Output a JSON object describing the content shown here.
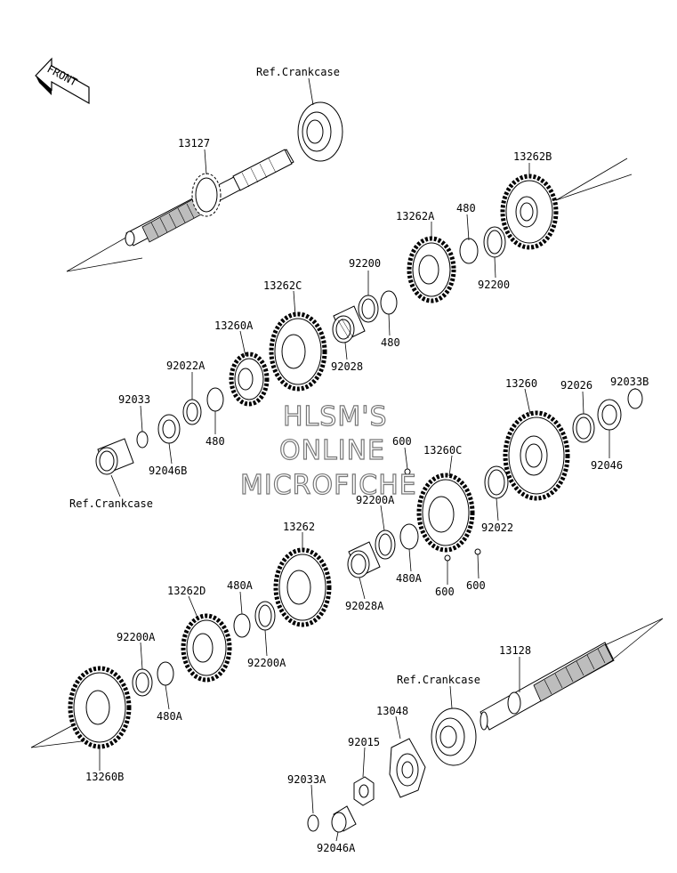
{
  "front_label": "FRONT",
  "watermark": [
    "HLSM'S",
    "ONLINE",
    "MICROFICHE"
  ],
  "labels": [
    {
      "id": "ref-crankcase-top",
      "text": "Ref.Crankcase"
    },
    {
      "id": "13127",
      "text": "13127"
    },
    {
      "id": "13262B",
      "text": "13262B"
    },
    {
      "id": "480-a",
      "text": "480"
    },
    {
      "id": "13262A",
      "text": "13262A"
    },
    {
      "id": "92200-top",
      "text": "92200"
    },
    {
      "id": "92200-right",
      "text": "92200"
    },
    {
      "id": "13262C",
      "text": "13262C"
    },
    {
      "id": "480-b",
      "text": "480"
    },
    {
      "id": "13260A",
      "text": "13260A"
    },
    {
      "id": "92028",
      "text": "92028"
    },
    {
      "id": "92022A",
      "text": "92022A"
    },
    {
      "id": "92033",
      "text": "92033"
    },
    {
      "id": "480-c",
      "text": "480"
    },
    {
      "id": "92046B",
      "text": "92046B"
    },
    {
      "id": "ref-crankcase-mid",
      "text": "Ref.Crankcase"
    },
    {
      "id": "13260",
      "text": "13260"
    },
    {
      "id": "92026",
      "text": "92026"
    },
    {
      "id": "92033B",
      "text": "92033B"
    },
    {
      "id": "92046",
      "text": "92046"
    },
    {
      "id": "600-a",
      "text": "600"
    },
    {
      "id": "13260C",
      "text": "13260C"
    },
    {
      "id": "92200A-mid",
      "text": "92200A"
    },
    {
      "id": "92022",
      "text": "92022"
    },
    {
      "id": "13262",
      "text": "13262"
    },
    {
      "id": "480A-a",
      "text": "480A"
    },
    {
      "id": "600-b",
      "text": "600"
    },
    {
      "id": "600-c",
      "text": "600"
    },
    {
      "id": "92028A",
      "text": "92028A"
    },
    {
      "id": "13262D",
      "text": "13262D"
    },
    {
      "id": "480A-b",
      "text": "480A"
    },
    {
      "id": "92200A-left",
      "text": "92200A"
    },
    {
      "id": "92200A-low",
      "text": "92200A"
    },
    {
      "id": "480A-c",
      "text": "480A"
    },
    {
      "id": "13128",
      "text": "13128"
    },
    {
      "id": "ref-crankcase-low",
      "text": "Ref.Crankcase"
    },
    {
      "id": "13048",
      "text": "13048"
    },
    {
      "id": "92015",
      "text": "92015"
    },
    {
      "id": "92033A",
      "text": "92033A"
    },
    {
      "id": "92046A",
      "text": "92046A"
    },
    {
      "id": "13260B",
      "text": "13260B"
    }
  ]
}
